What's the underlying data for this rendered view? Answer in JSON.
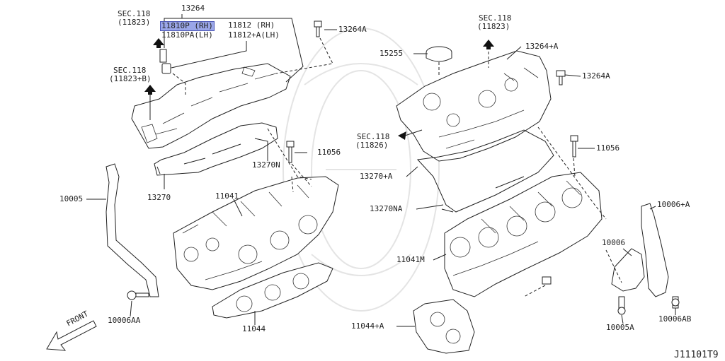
{
  "labels": {
    "sec118_a": "SEC.118",
    "sec118_a_sub": "(11823)",
    "p13264": "13264",
    "p11810p": "11810P (RH)",
    "p11810pa": "11810PA(LH)",
    "p11812": "11812  (RH)",
    "p11812a": "11812+A(LH)",
    "p13264a_top": "13264A",
    "sec118_b": "SEC.118",
    "sec118_b_sub": "(11823+B)",
    "p11056_left": "11056",
    "p13270n": "13270N",
    "p10005": "10005",
    "p13270": "13270",
    "p11041": "11041",
    "p10006aa": "10006AA",
    "p11044": "11044",
    "front": "FRONT",
    "sec118_c": "SEC.118",
    "sec118_c_sub": "(11823)",
    "p15255": "15255",
    "p13264_a": "13264+A",
    "p13264a_right": "13264A",
    "sec118_d": "SEC.118",
    "sec118_d_sub": "(11826)",
    "p11056_right": "11056",
    "p13270_a": "13270+A",
    "p13270na": "13270NA",
    "p10006_a": "10006+A",
    "p10006": "10006",
    "p11041m": "11041M",
    "p11044_a": "11044+A",
    "p10005a": "10005A",
    "p10006ab": "10006AB",
    "diagram_code": "J11101T9"
  }
}
